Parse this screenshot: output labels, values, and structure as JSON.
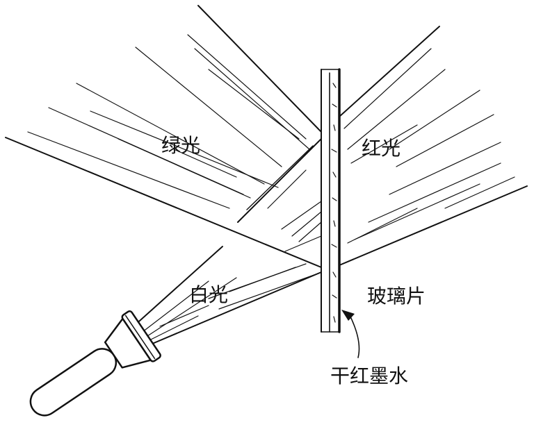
{
  "labels": {
    "green_light": "绿光",
    "red_light": "红光",
    "white_light": "白光",
    "glass_sheet": "玻璃片",
    "dry_red_ink": "干红墨水"
  },
  "colors": {
    "ink": "#111111",
    "background": "#ffffff"
  },
  "icons": [
    "flashlight-icon"
  ]
}
